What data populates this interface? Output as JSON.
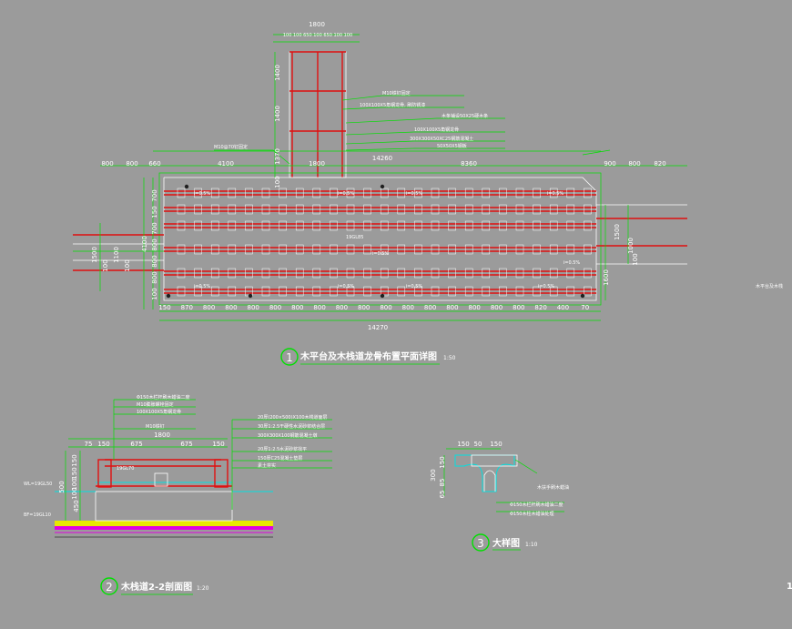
{
  "drawing1": {
    "num": "1",
    "title": "木平台及木栈道龙骨布置平面详图",
    "scale": "1:50",
    "dims_top_pier": "1800",
    "dims_top_pier_segs": "100 100 650 100 650 100 100",
    "dims_top_row": [
      "800",
      "800",
      "660",
      "4100",
      "1800",
      "8360",
      "900",
      "800",
      "820"
    ],
    "dim_total_top": "14260",
    "dim_total_bottom": "14270",
    "dims_bottom_row": [
      "150",
      "870",
      "800",
      "800",
      "800",
      "800",
      "800",
      "800",
      "800",
      "800",
      "800",
      "800",
      "800",
      "800",
      "800",
      "800",
      "800",
      "820",
      "400",
      "70"
    ],
    "dims_left_vert": [
      "700",
      "150",
      "700",
      "800",
      "800",
      "800",
      "100"
    ],
    "dims_left_total": "4100",
    "dims_left_walk": [
      "1500",
      "100",
      "1100",
      "100"
    ],
    "dims_pier_vert": [
      "1400",
      "1400",
      "1370",
      "100"
    ],
    "dims_right_vert": [
      "1500",
      "1000",
      "100",
      "1600"
    ],
    "slopes": [
      "i=0.5%",
      "i=0.5%",
      "i=0.5%",
      "i=0.5%",
      "i=0.5%",
      "i=0.5%",
      "i=0.5%",
      "i=0.5%",
      "i=0.5%",
      "i=0.5%"
    ],
    "elev": "19GL85",
    "side_text": "木平台及木栈",
    "notes": [
      "M10铁钉固定",
      "100X100X5角钢龙骨, 刷防锈漆",
      "木条铺设50X25硬木条",
      "100X100X5角钢龙骨",
      "300X300X50XC25钢筋混凝土",
      "50X50X5钢板",
      "M10@70钉固定"
    ]
  },
  "drawing2": {
    "num": "2",
    "title": "木栈道2-2剖面图",
    "scale": "1:20",
    "dim_top": "1800",
    "dims": [
      "75",
      "150",
      "675",
      "675",
      "150"
    ],
    "dims_vert": [
      "150",
      "150",
      "100",
      "100",
      "450",
      "500"
    ],
    "elev_top": "19GL70",
    "wl": "WL=19GL50",
    "bf": "BF=19GL10",
    "notes": [
      "Φ150木栏杆刷木蜡油二度",
      "M10膨胀螺栓固定",
      "100X100X5角钢龙骨",
      "M10铁钉",
      "20厚(200×500)X100木栈道面层",
      "30厚1:2.5干硬性水泥砂浆结合层",
      "300X300X100钢筋混凝土墩",
      "20厚1:2.5水泥砂浆找平",
      "150厚C25混凝土垫层",
      "素土夯实"
    ]
  },
  "drawing3": {
    "num": "3",
    "title": "大样图",
    "scale": "1:10",
    "dims": [
      "150",
      "50",
      "150"
    ],
    "dims_vert": [
      "300",
      "150",
      "85",
      "65"
    ],
    "notes": [
      "木扶手刷木蜡油",
      "Φ150木栏杆刷木蜡油二度",
      "Φ150木柱木蜡油处理"
    ]
  },
  "right_clip": "1"
}
